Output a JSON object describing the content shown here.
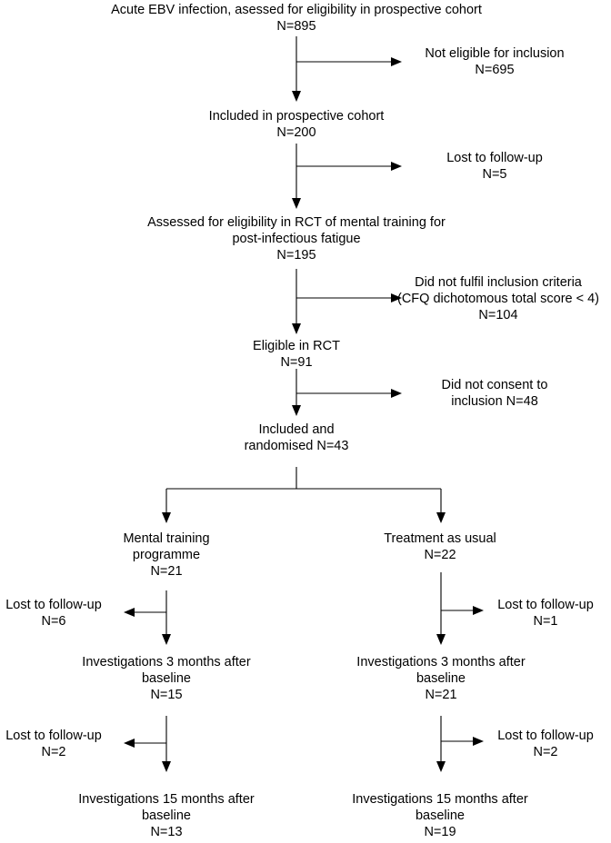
{
  "flow": {
    "acute": {
      "line1": "Acute EBV infection, asessed for eligibility in prospective cohort",
      "line2": "N=895"
    },
    "not_eligible": {
      "line1": "Not eligible for inclusion",
      "line2": "N=695"
    },
    "included_cohort": {
      "line1": "Included  in prospective cohort",
      "line2": "N=200"
    },
    "lost1": {
      "line1": "Lost to follow-up",
      "line2": "N=5"
    },
    "assessed_rct": {
      "line1": "Assessed for eligibility in RCT of mental training for",
      "line2": "post-infectious  fatigue",
      "line3": "N=195"
    },
    "not_fulfil": {
      "line1": "Did not fulfil inclusion criteria",
      "line2": "(CFQ dichotomous total score < 4)",
      "line3": "N=104"
    },
    "eligible_rct": {
      "line1": "Eligible in RCT",
      "line2": "N=91"
    },
    "no_consent": {
      "line1": "Did not consent to",
      "line2": "inclusion N=48"
    },
    "randomised": {
      "line1": "Included  and",
      "line2": "randomised  N=43"
    },
    "mental_training": {
      "line1": "Mental training",
      "line2": "programme",
      "line3": "N=21"
    },
    "tau": {
      "line1": "Treatment  as usual",
      "line2": "N=22"
    },
    "mt_lost1": {
      "line1": "Lost to follow-up",
      "line2": "N=6"
    },
    "tau_lost1": {
      "line1": "Lost to follow-up",
      "line2": "N=1"
    },
    "mt_3m": {
      "line1": "Investigations  3 months  after",
      "line2": "baseline",
      "line3": "N=15"
    },
    "tau_3m": {
      "line1": "Investigations  3 months  after",
      "line2": "baseline",
      "line3": "N=21"
    },
    "mt_lost2": {
      "line1": "Lost to follow-up",
      "line2": "N=2"
    },
    "tau_lost2": {
      "line1": "Lost to follow-up",
      "line2": "N=2"
    },
    "mt_15m": {
      "line1": "Investigations  15 months  after",
      "line2": "baseline",
      "line3": "N=13"
    },
    "tau_15m": {
      "line1": "Investigations  15 months  after",
      "line2": "baseline",
      "line3": "N=19"
    }
  }
}
